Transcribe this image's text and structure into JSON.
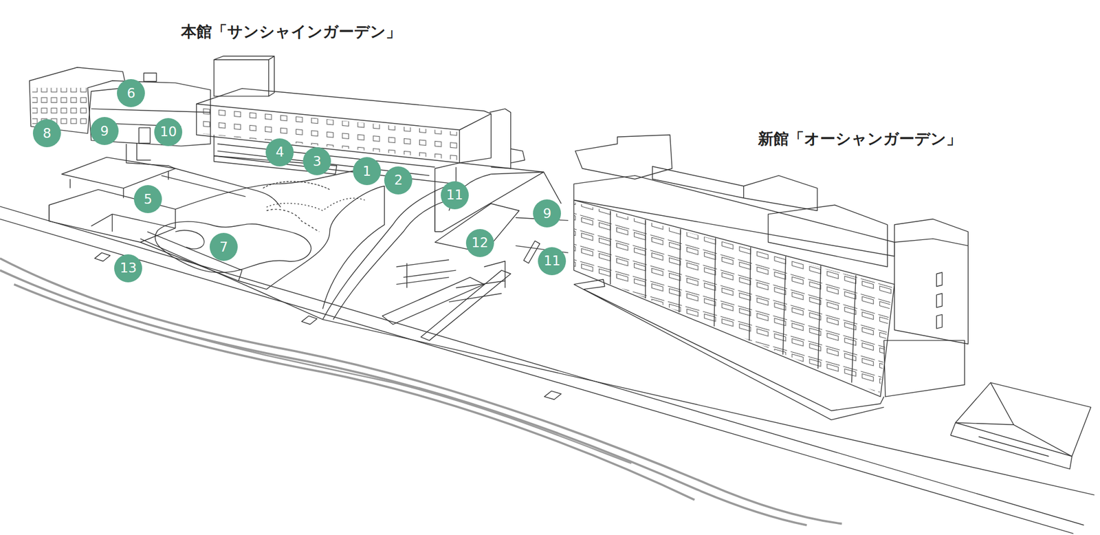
{
  "diagram": {
    "nodes": [
      {
        "text": [
          "6"
        ]
      },
      {
        "text": [
          "8"
        ]
      },
      {
        "text": [
          "9"
        ]
      },
      {
        "text": [
          "10"
        ]
      },
      {
        "text": [
          "4"
        ]
      },
      {
        "text": [
          "3"
        ]
      },
      {
        "text": [
          "1"
        ]
      },
      {
        "text": [
          "2"
        ]
      },
      {
        "text": [
          "11"
        ]
      },
      {
        "text": [
          "5"
        ]
      },
      {
        "text": [
          "9"
        ]
      },
      {
        "text": [
          "12"
        ]
      },
      {
        "text": [
          "7"
        ]
      },
      {
        "text": [
          "11"
        ]
      },
      {
        "text": [
          "13"
        ]
      }
    ],
    "labels": [
      "本館「サンシャインガーデン」",
      "新館「オーシャンガーデン」"
    ]
  }
}
